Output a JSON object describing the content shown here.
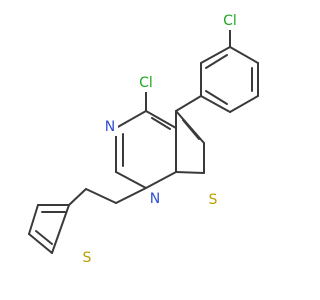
{
  "molecule": {
    "atoms": [
      {
        "id": "cl_top",
        "label": "Cl",
        "color": "#1fa81f"
      },
      {
        "id": "cl_left",
        "label": "Cl",
        "color": "#1fa81f"
      },
      {
        "id": "n_upper",
        "label": "N",
        "color": "#2f4fd0"
      },
      {
        "id": "n_lower",
        "label": "N",
        "color": "#2f4fd0"
      },
      {
        "id": "s_right",
        "label": "S",
        "color": "#b8a000"
      },
      {
        "id": "s_thiophene",
        "label": "S",
        "color": "#b8a000"
      }
    ],
    "bond_color": "#3a3a3a"
  }
}
